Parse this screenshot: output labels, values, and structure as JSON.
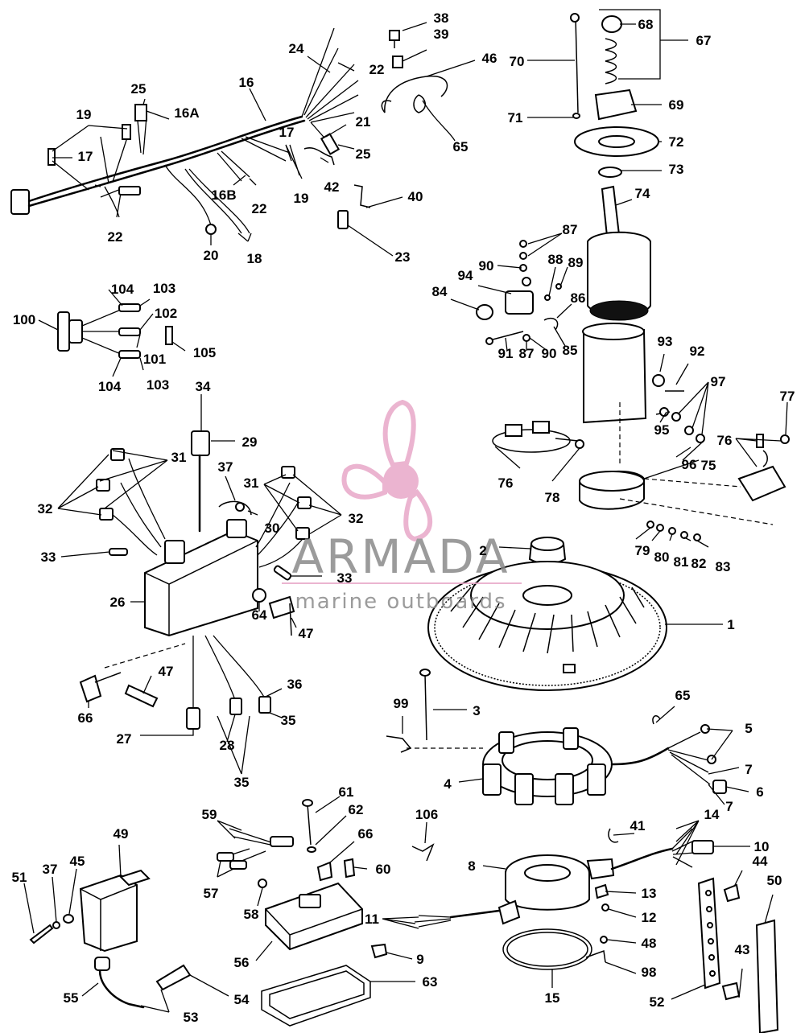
{
  "watermark": {
    "brand": "ARMADA",
    "tagline": "marine outboards",
    "logo_color": "#e8a8c8",
    "text_color": "#8a8a8a"
  },
  "callouts": [
    {
      "id": "c38",
      "text": "38"
    },
    {
      "id": "c39",
      "text": "39"
    },
    {
      "id": "c46",
      "text": "46"
    },
    {
      "id": "c70",
      "text": "70"
    },
    {
      "id": "c68",
      "text": "68"
    },
    {
      "id": "c67",
      "text": "67"
    },
    {
      "id": "c69",
      "text": "69"
    },
    {
      "id": "c71",
      "text": "71"
    },
    {
      "id": "c72",
      "text": "72"
    },
    {
      "id": "c73",
      "text": "73"
    },
    {
      "id": "c74",
      "text": "74"
    },
    {
      "id": "c65a",
      "text": "65"
    },
    {
      "id": "c24",
      "text": "24"
    },
    {
      "id": "c22a",
      "text": "22"
    },
    {
      "id": "c16",
      "text": "16"
    },
    {
      "id": "c25a",
      "text": "25"
    },
    {
      "id": "c16A",
      "text": "16A"
    },
    {
      "id": "c19a",
      "text": "19"
    },
    {
      "id": "c17a",
      "text": "17"
    },
    {
      "id": "c21",
      "text": "21"
    },
    {
      "id": "c17b",
      "text": "17"
    },
    {
      "id": "c25b",
      "text": "25"
    },
    {
      "id": "c42",
      "text": "42"
    },
    {
      "id": "c19b",
      "text": "19"
    },
    {
      "id": "c16B",
      "text": "16B"
    },
    {
      "id": "c22b",
      "text": "22"
    },
    {
      "id": "c40",
      "text": "40"
    },
    {
      "id": "c22c",
      "text": "22"
    },
    {
      "id": "c20",
      "text": "20"
    },
    {
      "id": "c18",
      "text": "18"
    },
    {
      "id": "c23",
      "text": "23"
    },
    {
      "id": "c87a",
      "text": "87"
    },
    {
      "id": "c90a",
      "text": "90"
    },
    {
      "id": "c88",
      "text": "88"
    },
    {
      "id": "c89",
      "text": "89"
    },
    {
      "id": "c94",
      "text": "94"
    },
    {
      "id": "c84",
      "text": "84"
    },
    {
      "id": "c86",
      "text": "86"
    },
    {
      "id": "c91",
      "text": "91"
    },
    {
      "id": "c87b",
      "text": "87"
    },
    {
      "id": "c90b",
      "text": "90"
    },
    {
      "id": "c85",
      "text": "85"
    },
    {
      "id": "c93",
      "text": "93"
    },
    {
      "id": "c92",
      "text": "92"
    },
    {
      "id": "c97",
      "text": "97"
    },
    {
      "id": "c77",
      "text": "77"
    },
    {
      "id": "c95",
      "text": "95"
    },
    {
      "id": "c76a",
      "text": "76"
    },
    {
      "id": "c96",
      "text": "96"
    },
    {
      "id": "c75",
      "text": "75"
    },
    {
      "id": "c76b",
      "text": "76"
    },
    {
      "id": "c78",
      "text": "78"
    },
    {
      "id": "c79",
      "text": "79"
    },
    {
      "id": "c80",
      "text": "80"
    },
    {
      "id": "c81",
      "text": "81"
    },
    {
      "id": "c82",
      "text": "82"
    },
    {
      "id": "c83",
      "text": "83"
    },
    {
      "id": "c104a",
      "text": "104"
    },
    {
      "id": "c103a",
      "text": "103"
    },
    {
      "id": "c102",
      "text": "102"
    },
    {
      "id": "c100",
      "text": "100"
    },
    {
      "id": "c101",
      "text": "101"
    },
    {
      "id": "c105",
      "text": "105"
    },
    {
      "id": "c104b",
      "text": "104"
    },
    {
      "id": "c103b",
      "text": "103"
    },
    {
      "id": "c34",
      "text": "34"
    },
    {
      "id": "c29",
      "text": "29"
    },
    {
      "id": "c31a",
      "text": "31"
    },
    {
      "id": "c37a",
      "text": "37"
    },
    {
      "id": "c31b",
      "text": "31"
    },
    {
      "id": "c32a",
      "text": "32"
    },
    {
      "id": "c32b",
      "text": "32"
    },
    {
      "id": "c30",
      "text": "30"
    },
    {
      "id": "c33a",
      "text": "33"
    },
    {
      "id": "c33b",
      "text": "33"
    },
    {
      "id": "c2",
      "text": "2"
    },
    {
      "id": "c26",
      "text": "26"
    },
    {
      "id": "c64",
      "text": "64"
    },
    {
      "id": "c47a",
      "text": "47"
    },
    {
      "id": "c1",
      "text": "1"
    },
    {
      "id": "c47b",
      "text": "47"
    },
    {
      "id": "c36",
      "text": "36"
    },
    {
      "id": "c66a",
      "text": "66"
    },
    {
      "id": "c35a",
      "text": "35"
    },
    {
      "id": "c27",
      "text": "27"
    },
    {
      "id": "c28",
      "text": "28"
    },
    {
      "id": "c35b",
      "text": "35"
    },
    {
      "id": "c99",
      "text": "99"
    },
    {
      "id": "c3",
      "text": "3"
    },
    {
      "id": "c65b",
      "text": "65"
    },
    {
      "id": "c5",
      "text": "5"
    },
    {
      "id": "c7a",
      "text": "7"
    },
    {
      "id": "c4",
      "text": "4"
    },
    {
      "id": "c6",
      "text": "6"
    },
    {
      "id": "c7b",
      "text": "7"
    },
    {
      "id": "c61",
      "text": "61"
    },
    {
      "id": "c106",
      "text": "106"
    },
    {
      "id": "c41",
      "text": "41"
    },
    {
      "id": "c14",
      "text": "14"
    },
    {
      "id": "c62",
      "text": "62"
    },
    {
      "id": "c59",
      "text": "59"
    },
    {
      "id": "c66b",
      "text": "66"
    },
    {
      "id": "c49",
      "text": "49"
    },
    {
      "id": "c10",
      "text": "10"
    },
    {
      "id": "c60",
      "text": "60"
    },
    {
      "id": "c8",
      "text": "8"
    },
    {
      "id": "c44",
      "text": "44"
    },
    {
      "id": "c51",
      "text": "51"
    },
    {
      "id": "c37b",
      "text": "37"
    },
    {
      "id": "c45",
      "text": "45"
    },
    {
      "id": "c57",
      "text": "57"
    },
    {
      "id": "c50",
      "text": "50"
    },
    {
      "id": "c13",
      "text": "13"
    },
    {
      "id": "c58",
      "text": "58"
    },
    {
      "id": "c12",
      "text": "12"
    },
    {
      "id": "c11",
      "text": "11"
    },
    {
      "id": "c48",
      "text": "48"
    },
    {
      "id": "c9",
      "text": "9"
    },
    {
      "id": "c43",
      "text": "43"
    },
    {
      "id": "c56",
      "text": "56"
    },
    {
      "id": "c98",
      "text": "98"
    },
    {
      "id": "c63",
      "text": "63"
    },
    {
      "id": "c55",
      "text": "55"
    },
    {
      "id": "c54",
      "text": "54"
    },
    {
      "id": "c15",
      "text": "15"
    },
    {
      "id": "c52",
      "text": "52"
    },
    {
      "id": "c53",
      "text": "53"
    }
  ]
}
